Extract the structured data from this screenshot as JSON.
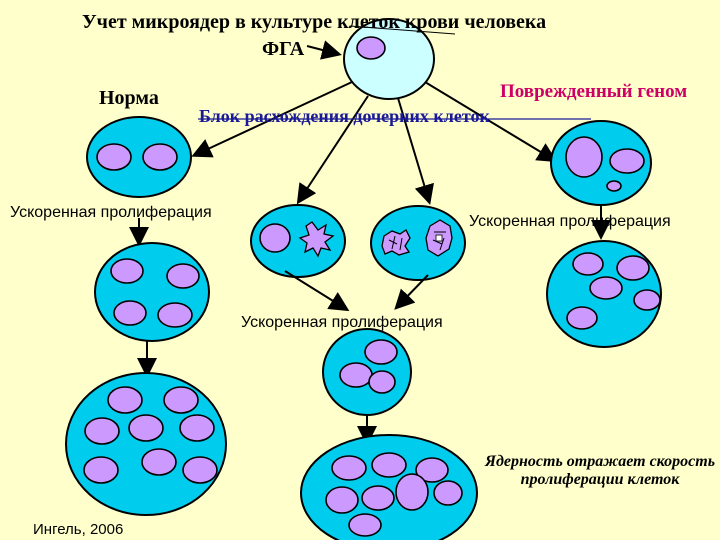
{
  "title_line1": "Учет микроядер в  культуре клеток крови человека",
  "title_line2": "ФГА",
  "label_norm": "Норма",
  "label_damaged": "Поврежденный геном",
  "label_block": "Блок расхождения дочерних клеток",
  "prolif_left": "Ускоренная пролиферация",
  "prolif_right": "Ускоренная пролиферация",
  "prolif_center": "Ускоренная пролиферация",
  "note": "Ядерность отражает скорость пролиферации клеток",
  "credit": "Ингель, 2006",
  "colors": {
    "background": "#ffffcc",
    "cell": "#00ccee",
    "top_cell": "#ccffff",
    "nucleus": "#cc99ff",
    "block_label": "#1a1a99",
    "damaged_label": "#cc0066"
  }
}
